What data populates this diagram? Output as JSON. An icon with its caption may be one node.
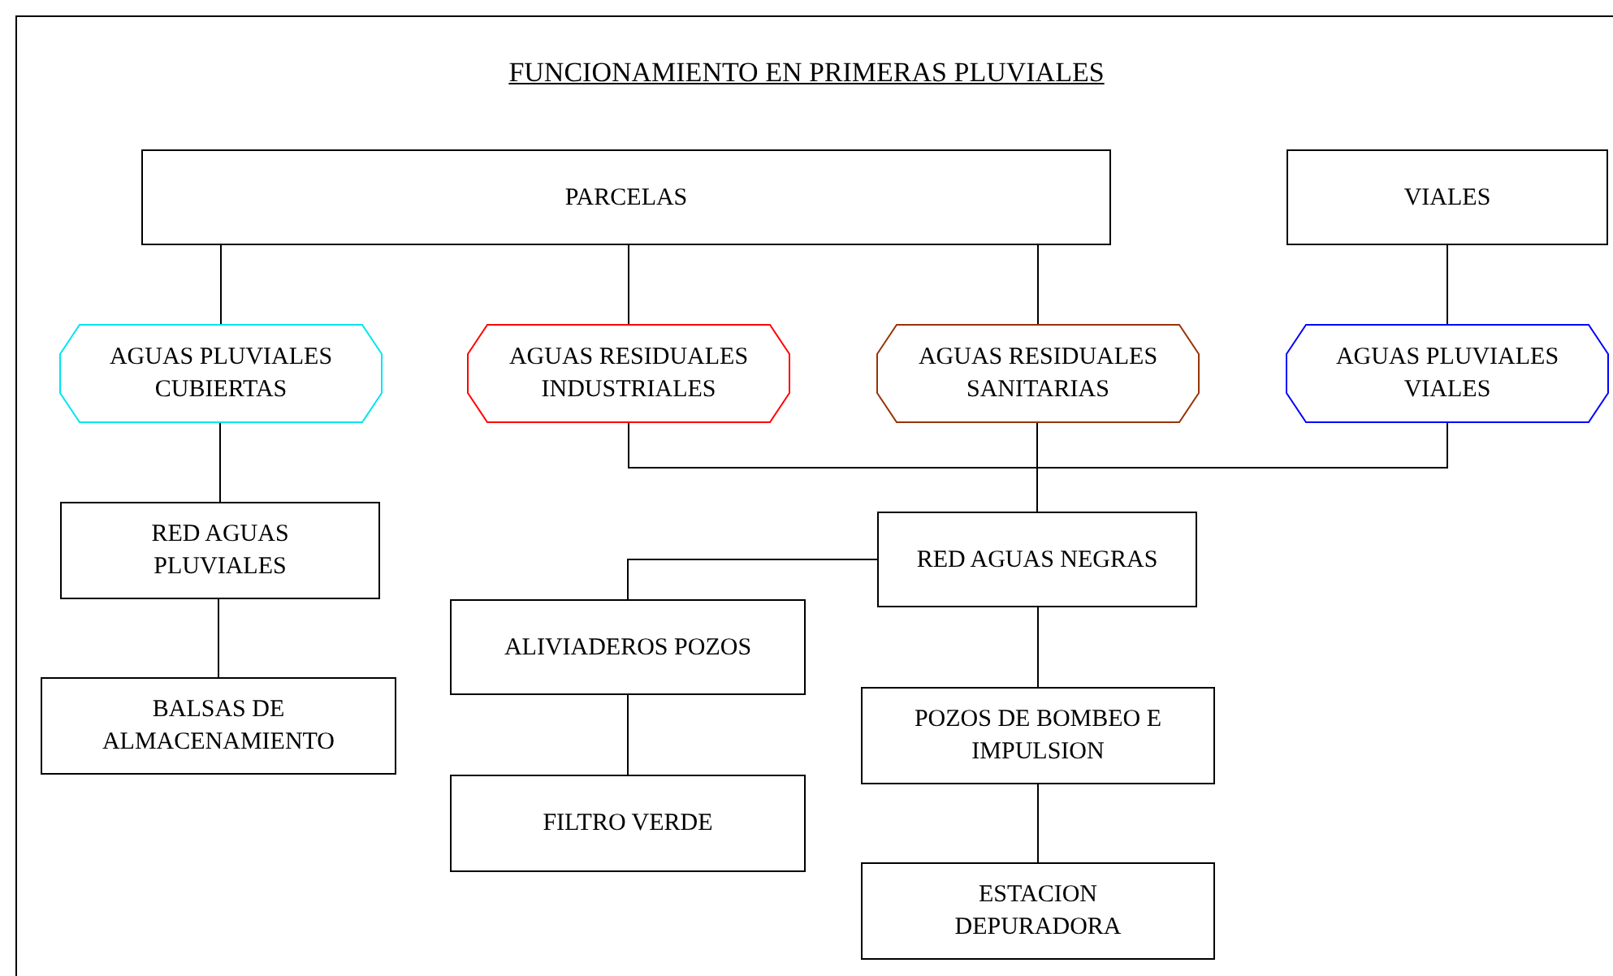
{
  "diagram": {
    "title": "FUNCIONAMIENTO EN PRIMERAS PLUVIALES",
    "nodes": [
      {
        "text": [
          "PARCELAS"
        ]
      },
      {
        "text": [
          "VIALES"
        ]
      },
      {
        "text": [
          "AGUAS PLUVIALES CUBIERTAS"
        ]
      },
      {
        "text": [
          "AGUAS RESIDUALES INDUSTRIALES"
        ]
      },
      {
        "text": [
          "AGUAS RESIDUALES SANITARIAS"
        ]
      },
      {
        "text": [
          "AGUAS PLUVIALES VIALES"
        ]
      },
      {
        "text": [
          "RED AGUAS PLUVIALES"
        ]
      },
      {
        "text": [
          "BALSAS DE ALMACENAMIENTO"
        ]
      },
      {
        "text": [
          "RED AGUAS NEGRAS"
        ]
      },
      {
        "text": [
          "ALIVIADEROS POZOS"
        ]
      },
      {
        "text": [
          "FILTRO VERDE"
        ]
      },
      {
        "text": [
          "POZOS DE BOMBEO E IMPULSION"
        ]
      },
      {
        "text": [
          "ESTACION DEPURADORA"
        ]
      }
    ],
    "edges": [
      {
        "from": 0,
        "to": 2,
        "arrow": "none"
      },
      {
        "from": 0,
        "to": 3,
        "arrow": "none"
      },
      {
        "from": 0,
        "to": 4,
        "arrow": "none"
      },
      {
        "from": 1,
        "to": 5,
        "arrow": "none"
      },
      {
        "from": 2,
        "to": 6,
        "arrow": "none"
      },
      {
        "from": 6,
        "to": 7,
        "arrow": "none"
      },
      {
        "from": 3,
        "to": 8,
        "arrow": "none"
      },
      {
        "from": 4,
        "to": 8,
        "arrow": "none"
      },
      {
        "from": 5,
        "to": 8,
        "arrow": "none"
      },
      {
        "from": 8,
        "to": 9,
        "arrow": "none"
      },
      {
        "from": 9,
        "to": 10,
        "arrow": "none"
      },
      {
        "from": 8,
        "to": 11,
        "arrow": "none"
      },
      {
        "from": 11,
        "to": 12,
        "arrow": "none"
      }
    ]
  }
}
